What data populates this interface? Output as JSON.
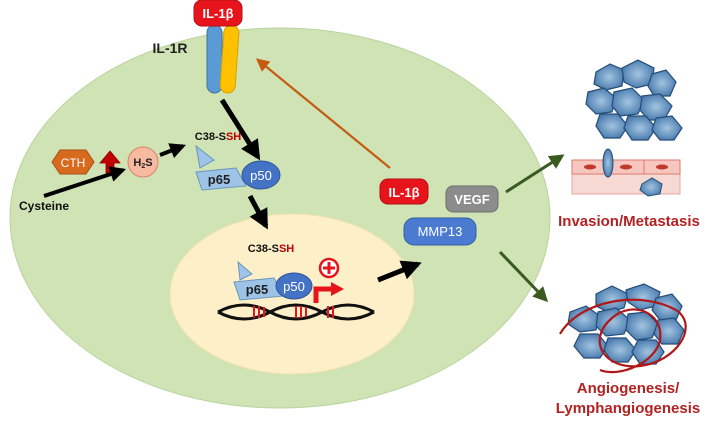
{
  "receptor": {
    "ligand_label": "IL-1β",
    "name": "IL-1R"
  },
  "cytoplasm": {
    "enzyme": "CTH",
    "substrate": "Cysteine",
    "h2s_main": "H",
    "h2s_sub": "2",
    "h2s_end": "S",
    "c38_prefix": "C38-S",
    "c38_suffix": "SH",
    "p65": "p65",
    "p50": "p50"
  },
  "nucleus": {
    "c38_prefix": "C38-S",
    "c38_suffix": "SH",
    "p65": "p65",
    "p50": "p50"
  },
  "secreted": {
    "il1b": "IL-1β",
    "vegf": "VEGF",
    "mmp13": "MMP13"
  },
  "outcomes": {
    "invasion": "Invasion/Metastasis",
    "angio_line1": "Angiogenesis/",
    "angio_line2": "Lymphangiogenesis"
  },
  "colors": {
    "cell_fill": "#cfe3b5",
    "nucleus_fill": "#fdf0c9",
    "il1b_red": "#e8141b",
    "receptor_blue": "#5b9bd5",
    "receptor_yellow": "#ffc000",
    "cth_orange": "#d86a1e",
    "p65_blue": "#9dc3e6",
    "p50_blue": "#4472c4",
    "vegf_gray": "#8c8c8c",
    "mmp13_blue": "#4a7bd0",
    "outcome_text": "#b22222",
    "arrow_green": "#3a5a1f",
    "arrow_orange": "#c55a11"
  }
}
